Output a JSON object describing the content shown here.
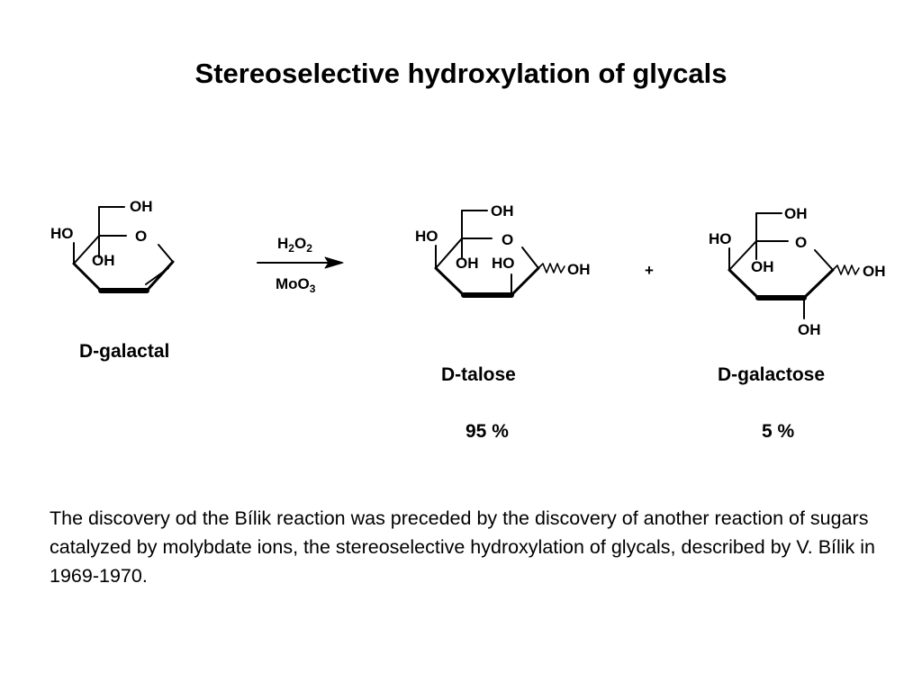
{
  "slide": {
    "title": "Stereoselective hydroxylation of glycals",
    "paragraph": "The discovery od the Bílik reaction was preceded by the discovery of another reaction of sugars catalyzed by molybdate ions, the stereoselective hydroxylation of glycals, described by V. Bílik in 1969-1970."
  },
  "scheme": {
    "galactal": {
      "name": "D-galactal",
      "oh_top": "OH",
      "ho_left": "HO",
      "ring_o": "O",
      "oh_inner": "OH"
    },
    "reagents": {
      "top_1": "H",
      "top_1_sub": "2",
      "top_2": "O",
      "top_2_sub": "2",
      "bottom": "MoO",
      "bottom_sub": "3"
    },
    "talose": {
      "name": "D-talose",
      "yield": "95 %",
      "oh_top": "OH",
      "ho_left": "HO",
      "ring_o": "O",
      "oh_c4": "OH",
      "ho_c2": "HO",
      "oh_anomeric": "OH"
    },
    "plus": "+",
    "galactose": {
      "name": "D-galactose",
      "yield": "5 %",
      "oh_top": "OH",
      "ho_left": "HO",
      "ring_o": "O",
      "oh_c4": "OH",
      "oh_anomeric": "OH",
      "oh_c2": "OH"
    }
  }
}
